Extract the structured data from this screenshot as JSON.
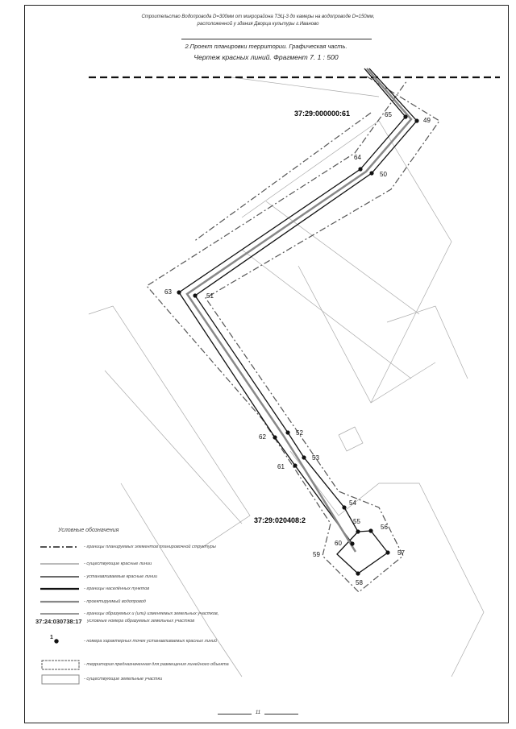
{
  "header": {
    "line1": "Строительство Водопровода D=300мм от микрорайона ТЭЦ-3 до камеры на водопроводе D=150мм,",
    "line2": "расположенной у здания Дворца культуры г.Иваново",
    "section": "2.Проект планировки территории. Графическая часть.",
    "sheet_title": "Чертеж красных линий. Фрагмент 7.    1 : 500"
  },
  "parcels": [
    "37:29:000000:61",
    "37:29:020408:2"
  ],
  "points": [
    "49",
    "65",
    "64",
    "50",
    "63",
    "51",
    "62",
    "52",
    "61",
    "53",
    "54",
    "55",
    "56",
    "60",
    "57",
    "58",
    "59"
  ],
  "legend": {
    "title": "Условные обозначения",
    "items": [
      "- границы планируемых элементов планировочной структуры",
      "- существующие красные линии",
      "- устанавливаемые красные линии",
      "- границы населённых пунктов",
      "- проектируемый водопровод",
      "- границы образуемых и (или) изменяемых земельных участков,",
      "- номера характерных точек устанавливаемых красных линий",
      "- территория предназначенная для размещения линейного объекта",
      "- существующие земельные участки"
    ],
    "items_extra": "условные номера образуемых земельных участков",
    "parcel_example": "37:24:030738:17",
    "point_example": "1"
  },
  "page_number": "11"
}
